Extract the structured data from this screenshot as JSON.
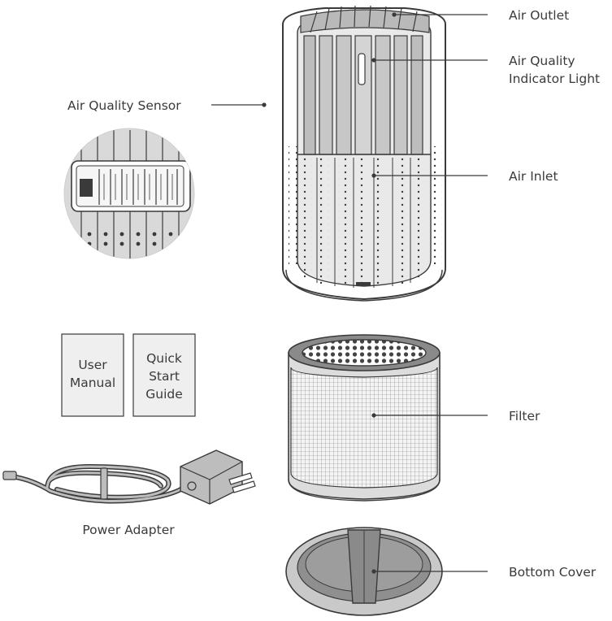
{
  "labels": {
    "air_outlet": "Air Outlet",
    "air_quality_indicator_line1": "Air Quality",
    "air_quality_indicator_line2": "Indicator Light",
    "air_quality_sensor": "Air Quality Sensor",
    "air_inlet": "Air Inlet",
    "filter": "Filter",
    "bottom_cover": "Bottom Cover",
    "power_adapter": "Power Adapter"
  },
  "documents": {
    "user_manual": [
      "User",
      "Manual"
    ],
    "quick_start_guide": [
      "Quick",
      "Start",
      "Guide"
    ]
  },
  "colors": {
    "line": "#3a3a3a",
    "panel_fill": "#c4c4c4",
    "light_fill": "#efefef",
    "dark_fill": "#8a8a8a",
    "mesh_fill": "#f2f2f2"
  }
}
